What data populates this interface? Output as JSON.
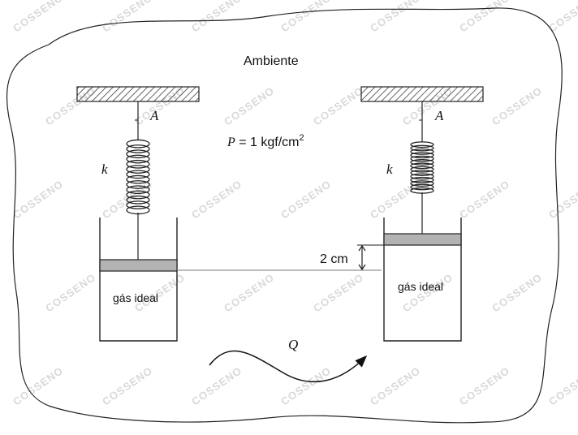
{
  "diagram": {
    "environment_label": "Ambiente",
    "pressure": {
      "symbol": "P",
      "equals": " = 1 kgf/cm",
      "exponent": "2"
    },
    "left_setup": {
      "point_label": "A",
      "spring_label": "k",
      "gas_label": "gás ideal"
    },
    "right_setup": {
      "point_label": "A",
      "spring_label": "k",
      "gas_label": "gás ideal"
    },
    "displacement_label": "2 cm",
    "heat_label": "Q"
  },
  "watermark": {
    "text": "COSSENO"
  }
}
